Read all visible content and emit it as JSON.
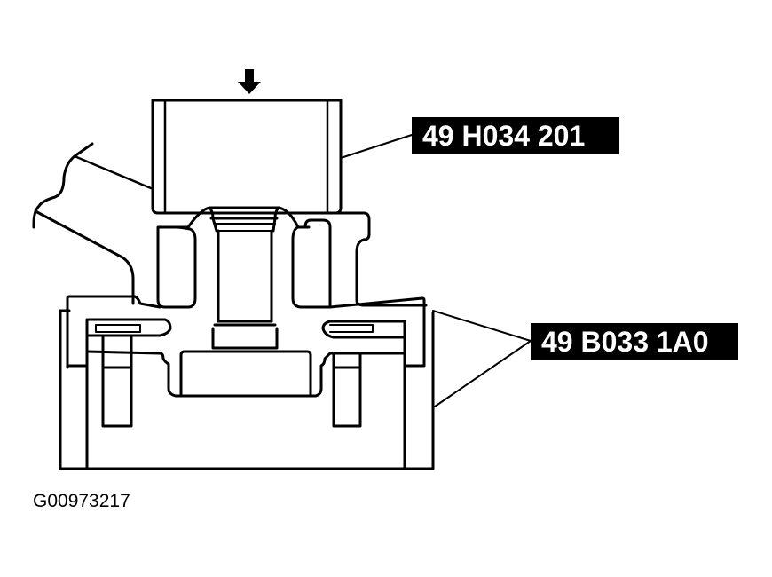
{
  "diagram": {
    "type": "technical-service-illustration",
    "direction_indicator": "down-arrow-icon",
    "callouts": [
      {
        "id": "tool-upper",
        "label": "49 H034 201",
        "points_to": "cylindrical press tool (top)"
      },
      {
        "id": "tool-lower",
        "label": "49 B033 1A0",
        "points_to": "support base fixture (bottom)"
      }
    ],
    "figure_id": "G00973217",
    "colors": {
      "line": "#000000",
      "background": "#ffffff",
      "callout_bg": "#000000",
      "callout_text": "#ffffff"
    }
  }
}
